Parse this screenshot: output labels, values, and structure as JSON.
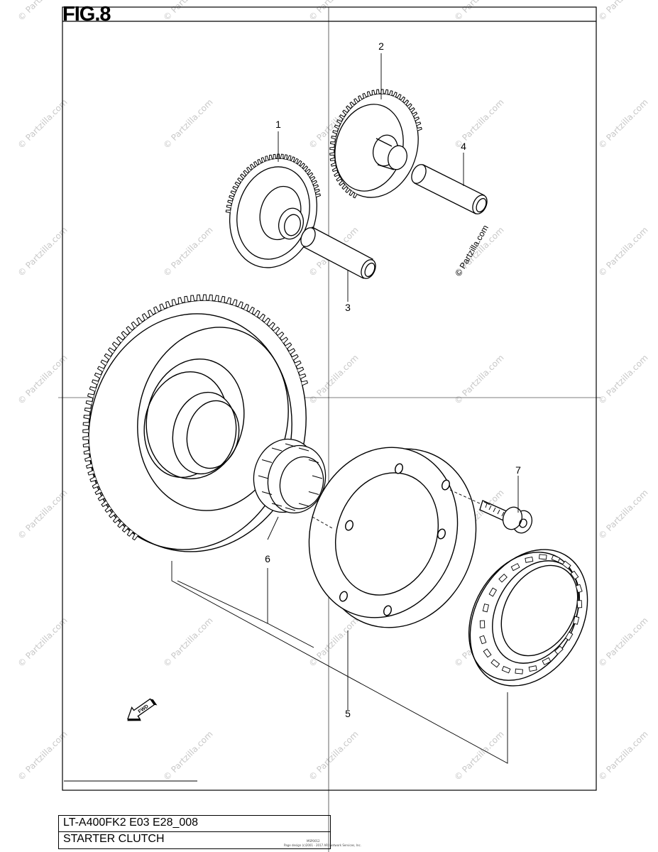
{
  "figure": {
    "title": "FIG.8"
  },
  "title_block": {
    "model": "LT-A400FK2 E03 E28_008",
    "name": "STARTER CLUTCH"
  },
  "footer_tiny": {
    "line1": "MSP0012",
    "line2": "Page design (c)2001 - 2017 ARI Network Services, Inc."
  },
  "copyright_mark": "© Partzilla.com",
  "watermark_text": "© Partzilla.com",
  "parts": [
    {
      "number": "1",
      "name": "idle gear"
    },
    {
      "number": "2",
      "name": "idle gear"
    },
    {
      "number": "3",
      "name": "shaft"
    },
    {
      "number": "4",
      "name": "shaft"
    },
    {
      "number": "5",
      "name": "starter clutch"
    },
    {
      "number": "6",
      "name": "needle bearing"
    },
    {
      "number": "7",
      "name": "bolt"
    }
  ],
  "fwd_label": "FWD",
  "colors": {
    "ink": "#000000",
    "watermark": "#c8c8c8"
  }
}
